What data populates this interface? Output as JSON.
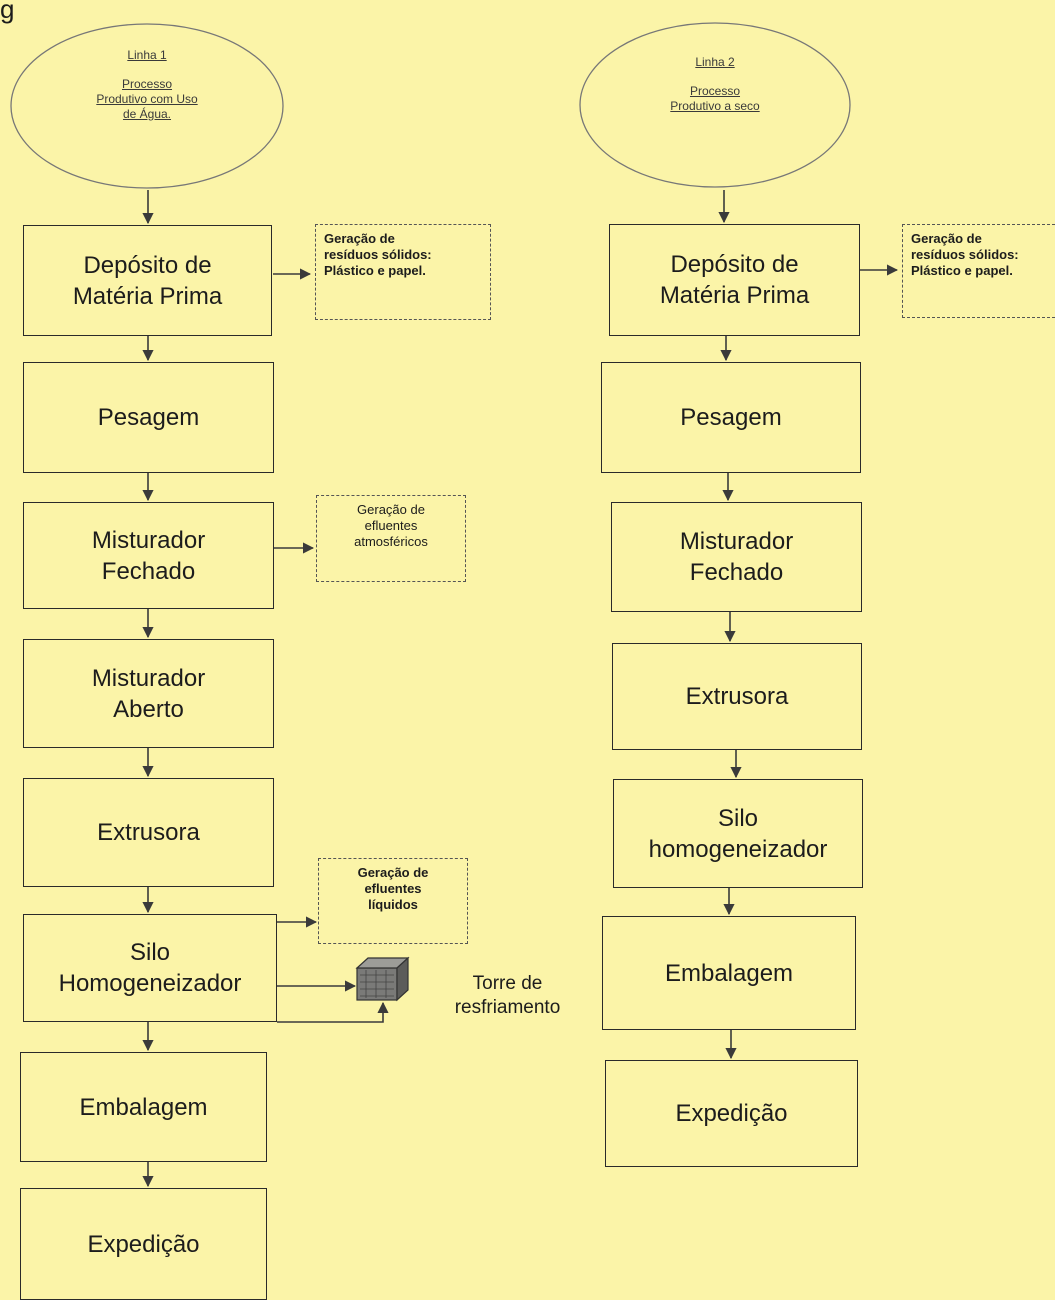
{
  "corner_text": "g",
  "line1": {
    "header": [
      "Linha 1",
      "Processo",
      "Produtivo com Uso",
      "de Água."
    ],
    "steps": [
      [
        "Depósito de",
        "Matéria Prima"
      ],
      [
        "Pesagem"
      ],
      [
        "Misturador",
        "Fechado"
      ],
      [
        "Misturador",
        "Aberto"
      ],
      [
        "Extrusora"
      ],
      [
        "Silo",
        "Homogeneizador"
      ],
      [
        "Embalagem"
      ],
      [
        "Expedição"
      ]
    ],
    "notes": {
      "solid_waste": [
        "Geração de",
        "resíduos sólidos:",
        "Plástico e papel."
      ],
      "atmospheric": [
        "Geração de",
        "efluentes",
        "atmosféricos"
      ],
      "liquid": [
        "Geração de",
        "efluentes",
        "líquidos"
      ]
    },
    "cooling_tower": [
      "Torre de",
      "resfriamento"
    ]
  },
  "line2": {
    "header": [
      "Linha 2",
      "Processo",
      "Produtivo a seco"
    ],
    "steps": [
      [
        "Depósito de",
        "Matéria Prima"
      ],
      [
        "Pesagem"
      ],
      [
        "Misturador",
        "Fechado"
      ],
      [
        "Extrusora"
      ],
      [
        "Silo",
        "homogeneizador"
      ],
      [
        "Embalagem"
      ],
      [
        "Expedição"
      ]
    ],
    "notes": {
      "solid_waste": [
        "Geração de",
        "resíduos sólidos:",
        "Plástico e papel."
      ]
    }
  }
}
